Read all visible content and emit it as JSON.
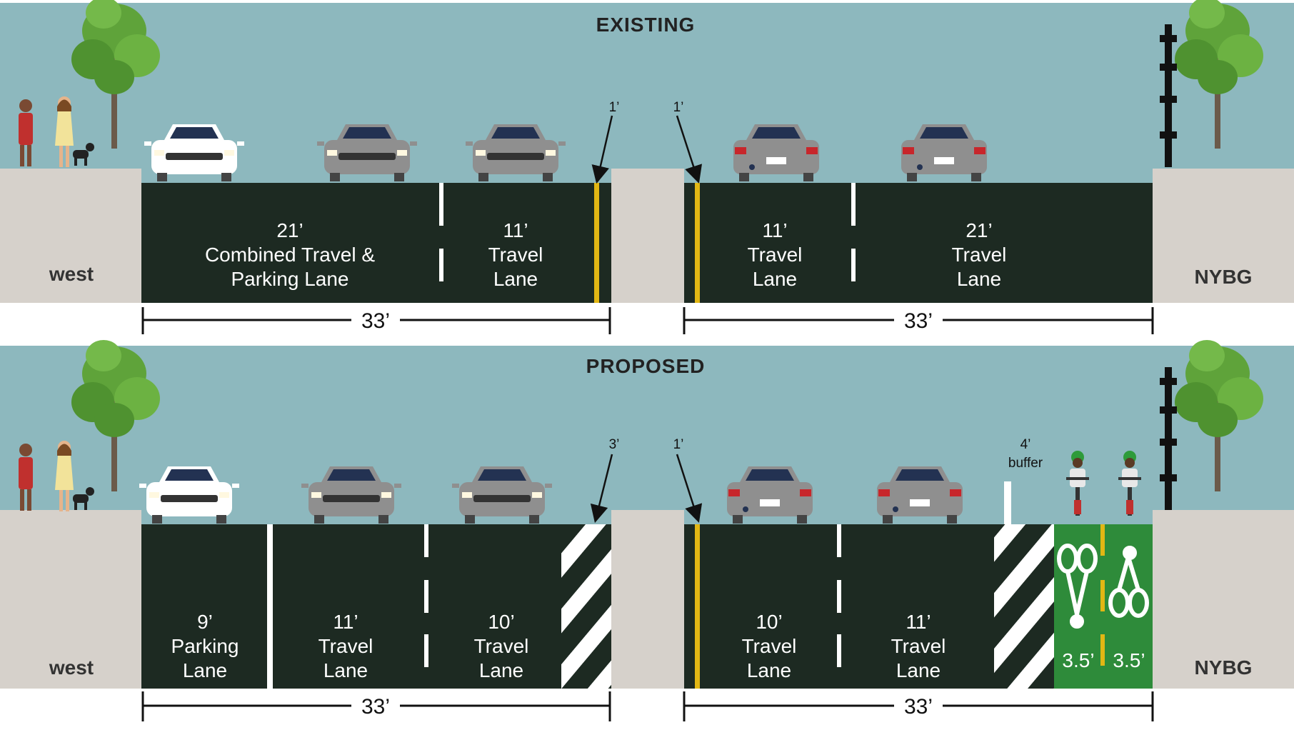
{
  "existing": {
    "title": "EXISTING",
    "side_left": "west",
    "side_right": "NYBG",
    "lanes": [
      {
        "width": "21’",
        "line1": "Combined Travel &",
        "line2": "Parking Lane"
      },
      {
        "width": "11’",
        "line1": "Travel",
        "line2": "Lane"
      },
      {
        "width": "11’",
        "line1": "Travel",
        "line2": "Lane"
      },
      {
        "width": "21’",
        "line1": "Travel",
        "line2": "Lane"
      }
    ],
    "callout_left": "1’",
    "callout_right": "1’",
    "dim_left": "33’",
    "dim_right": "33’"
  },
  "proposed": {
    "title": "PROPOSED",
    "side_left": "west",
    "side_right": "NYBG",
    "lanes": [
      {
        "width": "9’",
        "line1": "Parking",
        "line2": "Lane"
      },
      {
        "width": "11’",
        "line1": "Travel",
        "line2": "Lane"
      },
      {
        "width": "10’",
        "line1": "Travel",
        "line2": "Lane"
      },
      {
        "width": "10’",
        "line1": "Travel",
        "line2": "Lane"
      },
      {
        "width": "11’",
        "line1": "Travel",
        "line2": "Lane"
      }
    ],
    "callout_left": "3’",
    "callout_right": "1’",
    "buffer_width": "4’",
    "buffer_label": "buffer",
    "bike_left": "3.5’",
    "bike_right": "3.5’",
    "dim_left": "33’",
    "dim_right": "33’"
  },
  "colors": {
    "sky": "#8db8be",
    "road": "#1d2a22",
    "sidewalk": "#d6d1cb",
    "bike_lane": "#2e8b3a",
    "yellow_line": "#e2b714",
    "car_white": "#ffffff",
    "car_gray": "#8f8f8f"
  }
}
